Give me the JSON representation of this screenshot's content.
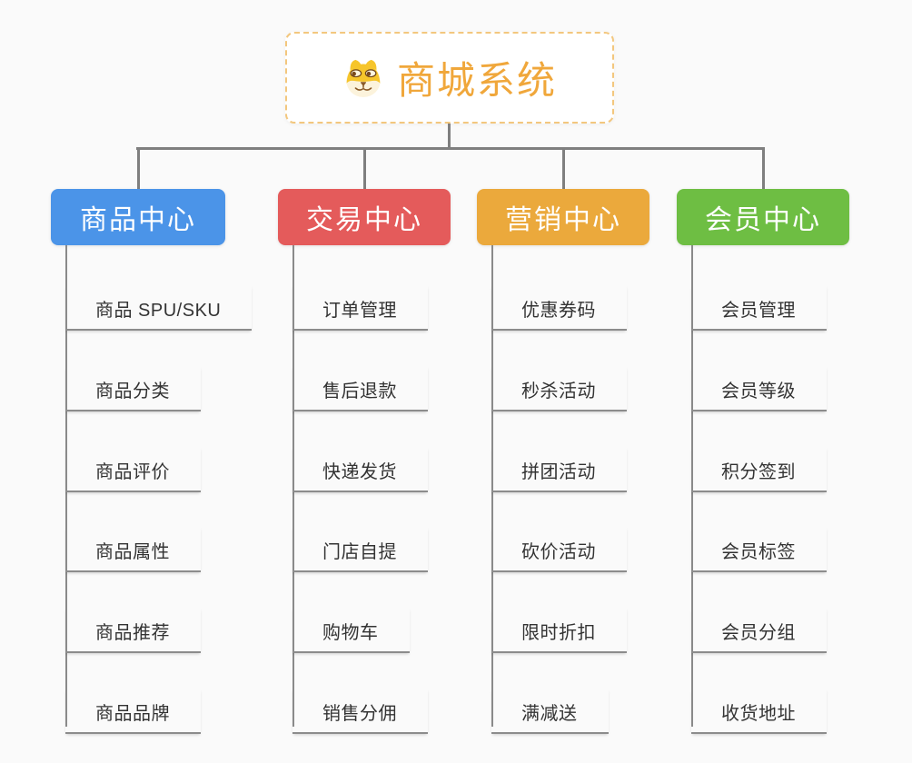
{
  "root": {
    "title": "商城系统",
    "icon": "doge-icon"
  },
  "branches": [
    {
      "label": "商品中心",
      "color": "#4B94E8",
      "children": [
        "商品 SPU/SKU",
        "商品分类",
        "商品评价",
        "商品属性",
        "商品推荐",
        "商品品牌"
      ]
    },
    {
      "label": "交易中心",
      "color": "#E45B5B",
      "children": [
        "订单管理",
        "售后退款",
        "快递发货",
        "门店自提",
        "购物车",
        "销售分佣"
      ]
    },
    {
      "label": "营销中心",
      "color": "#EBA93C",
      "children": [
        "优惠券码",
        "秒杀活动",
        "拼团活动",
        "砍价活动",
        "限时折扣",
        "满减送"
      ]
    },
    {
      "label": "会员中心",
      "color": "#6EBE43",
      "children": [
        "会员管理",
        "会员等级",
        "积分签到",
        "会员标签",
        "会员分组",
        "收货地址"
      ]
    }
  ],
  "colors": {
    "background": "#FAFAFA",
    "connector": "#7F7F7F",
    "leaf_line": "#8C8C8C",
    "leaf_text": "#333333",
    "root_text": "#F0A73B",
    "root_border": "#F3C77E",
    "branch_text": "#FFFFFF"
  }
}
